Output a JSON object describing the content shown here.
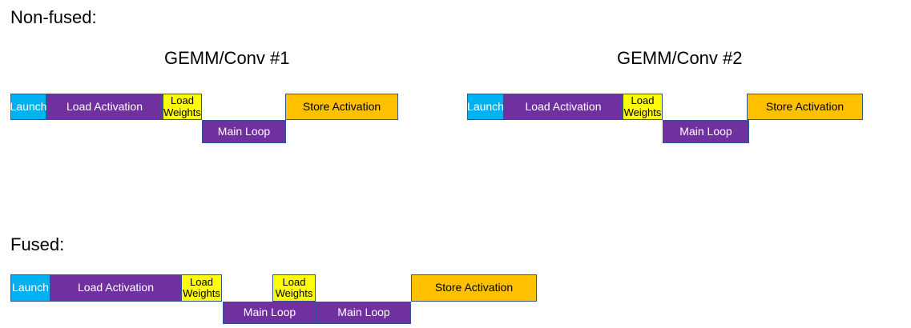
{
  "colors": {
    "launch_fill": "#00B0F0",
    "load_fill": "#7030A0",
    "weights_fill": "#FFFF00",
    "store_fill": "#FFC000",
    "block_border": "#2F5597",
    "light_text": "#FFFFFF",
    "dark_text": "#000000",
    "background": "#FFFFFF"
  },
  "non_fused": {
    "section_label": "Non-fused:",
    "group1": {
      "title": "GEMM/Conv #1",
      "launch": "Launch",
      "load_activation": "Load Activation",
      "load_weights": "Load Weights",
      "main_loop": "Main Loop",
      "store_activation": "Store Activation"
    },
    "group2": {
      "title": "GEMM/Conv #2",
      "launch": "Launch",
      "load_activation": "Load Activation",
      "load_weights": "Load Weights",
      "main_loop": "Main Loop",
      "store_activation": "Store Activation"
    }
  },
  "fused": {
    "section_label": "Fused:",
    "pipeline": {
      "launch": "Launch",
      "load_activation": "Load Activation",
      "load_weights_1": "Load Weights",
      "main_loop_1": "Main Loop",
      "load_weights_2": "Load Weights",
      "main_loop_2": "Main Loop",
      "store_activation": "Store Activation"
    }
  }
}
